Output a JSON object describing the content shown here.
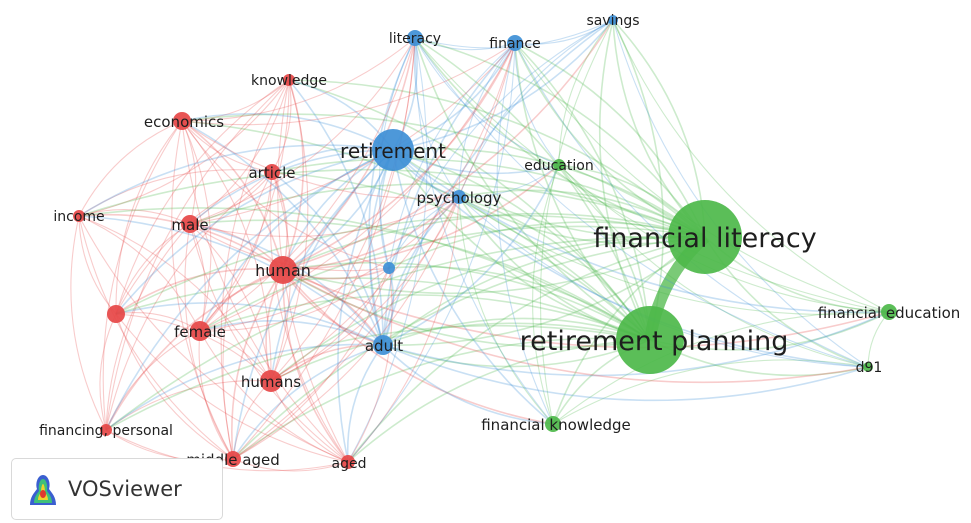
{
  "app": {
    "name": "VOSviewer"
  },
  "colors": {
    "cluster1": "#e64747",
    "cluster2": "#3e8fd6",
    "cluster3": "#4db84a"
  },
  "nodes": [
    {
      "id": "financial-literacy",
      "label": "financial literacy",
      "cluster": 3,
      "weight": 100
    },
    {
      "id": "retirement-planning",
      "label": "retirement planning",
      "cluster": 3,
      "weight": 90
    },
    {
      "id": "retirement",
      "label": "retirement",
      "cluster": 2,
      "weight": 40
    },
    {
      "id": "human",
      "label": "human",
      "cluster": 1,
      "weight": 22
    },
    {
      "id": "humans",
      "label": "humans",
      "cluster": 1,
      "weight": 15
    },
    {
      "id": "female",
      "label": "female",
      "cluster": 1,
      "weight": 12
    },
    {
      "id": "male",
      "label": "male",
      "cluster": 1,
      "weight": 11
    },
    {
      "id": "economics",
      "label": "economics",
      "cluster": 1,
      "weight": 10
    },
    {
      "id": "article",
      "label": "article",
      "cluster": 1,
      "weight": 9
    },
    {
      "id": "income",
      "label": "income",
      "cluster": 1,
      "weight": 7
    },
    {
      "id": "knowledge",
      "label": "knowledge",
      "cluster": 1,
      "weight": 6
    },
    {
      "id": "unlabeled-red",
      "label": "",
      "cluster": 1,
      "weight": 10
    },
    {
      "id": "financing-personal",
      "label": "financing, personal",
      "cluster": 1,
      "weight": 7
    },
    {
      "id": "middle-aged",
      "label": "middle aged",
      "cluster": 1,
      "weight": 9
    },
    {
      "id": "aged",
      "label": "aged",
      "cluster": 1,
      "weight": 8
    },
    {
      "id": "literacy",
      "label": "literacy",
      "cluster": 2,
      "weight": 9
    },
    {
      "id": "finance",
      "label": "finance",
      "cluster": 2,
      "weight": 9
    },
    {
      "id": "savings",
      "label": "savings",
      "cluster": 2,
      "weight": 6
    },
    {
      "id": "psychology",
      "label": "psychology",
      "cluster": 2,
      "weight": 7
    },
    {
      "id": "adult",
      "label": "adult",
      "cluster": 2,
      "weight": 12
    },
    {
      "id": "unlabeled-blue",
      "label": "",
      "cluster": 2,
      "weight": 6
    },
    {
      "id": "education",
      "label": "education",
      "cluster": 3,
      "weight": 7
    },
    {
      "id": "financial-education",
      "label": "financial education",
      "cluster": 3,
      "weight": 10
    },
    {
      "id": "d91",
      "label": "d91",
      "cluster": 3,
      "weight": 6
    },
    {
      "id": "financial-knowledge",
      "label": "financial knowledge",
      "cluster": 3,
      "weight": 9
    }
  ]
}
